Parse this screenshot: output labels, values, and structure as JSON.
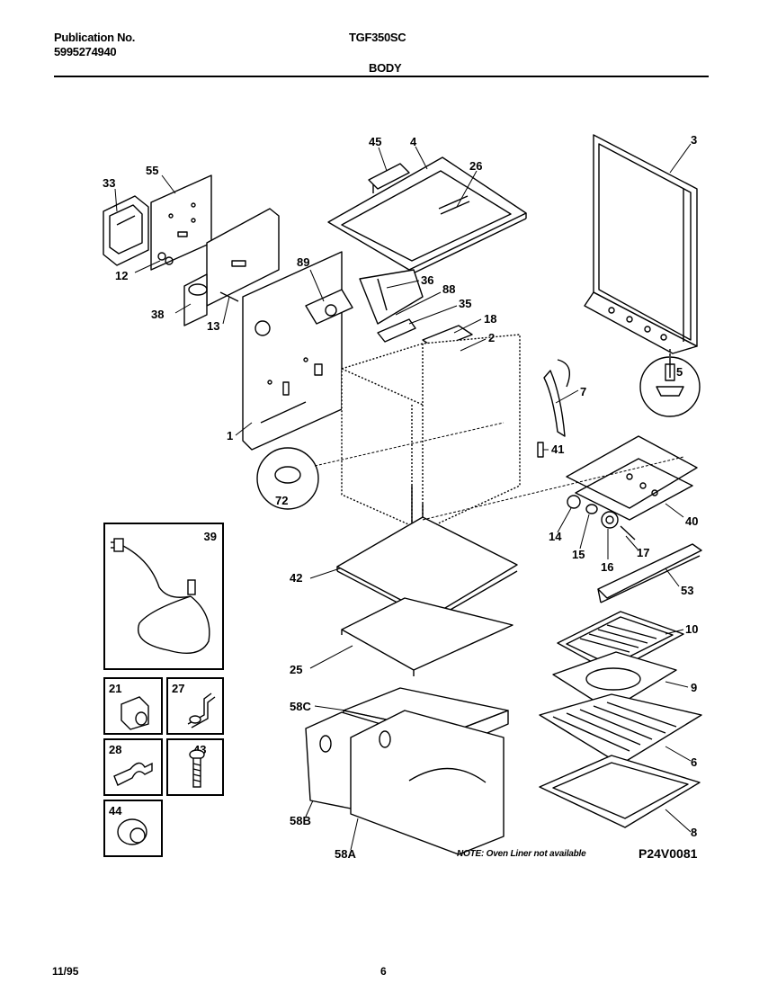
{
  "header": {
    "publication_label": "Publication No.",
    "publication_number": "5995274940",
    "model": "TGF350SC",
    "section_title": "BODY"
  },
  "parts": [
    {
      "id": "p45",
      "label": "45"
    },
    {
      "id": "p4",
      "label": "4"
    },
    {
      "id": "p3",
      "label": "3"
    },
    {
      "id": "p26",
      "label": "26"
    },
    {
      "id": "p55",
      "label": "55"
    },
    {
      "id": "p33",
      "label": "33"
    },
    {
      "id": "p12",
      "label": "12"
    },
    {
      "id": "p89",
      "label": "89"
    },
    {
      "id": "p36",
      "label": "36"
    },
    {
      "id": "p88",
      "label": "88"
    },
    {
      "id": "p35",
      "label": "35"
    },
    {
      "id": "p38",
      "label": "38"
    },
    {
      "id": "p13",
      "label": "13"
    },
    {
      "id": "p18",
      "label": "18"
    },
    {
      "id": "p2",
      "label": "2"
    },
    {
      "id": "p5",
      "label": "5"
    },
    {
      "id": "p7",
      "label": "7"
    },
    {
      "id": "p1",
      "label": "1"
    },
    {
      "id": "p41",
      "label": "41"
    },
    {
      "id": "p72",
      "label": "72"
    },
    {
      "id": "p40",
      "label": "40"
    },
    {
      "id": "p14",
      "label": "14"
    },
    {
      "id": "p15",
      "label": "15"
    },
    {
      "id": "p16",
      "label": "16"
    },
    {
      "id": "p17",
      "label": "17"
    },
    {
      "id": "p42",
      "label": "42"
    },
    {
      "id": "p53",
      "label": "53"
    },
    {
      "id": "p10",
      "label": "10"
    },
    {
      "id": "p25",
      "label": "25"
    },
    {
      "id": "p9",
      "label": "9"
    },
    {
      "id": "p58C",
      "label": "58C"
    },
    {
      "id": "p6",
      "label": "6"
    },
    {
      "id": "p58B",
      "label": "58B"
    },
    {
      "id": "p8",
      "label": "8"
    },
    {
      "id": "p58A",
      "label": "58A"
    }
  ],
  "inset_boxes": {
    "b39": "39",
    "b21": "21",
    "b27": "27",
    "b28": "28",
    "b43": "43",
    "b44": "44"
  },
  "note": "NOTE: Oven Liner not available",
  "diagram_id": "P24V0081",
  "footer": {
    "date": "11/95",
    "page": "6"
  }
}
